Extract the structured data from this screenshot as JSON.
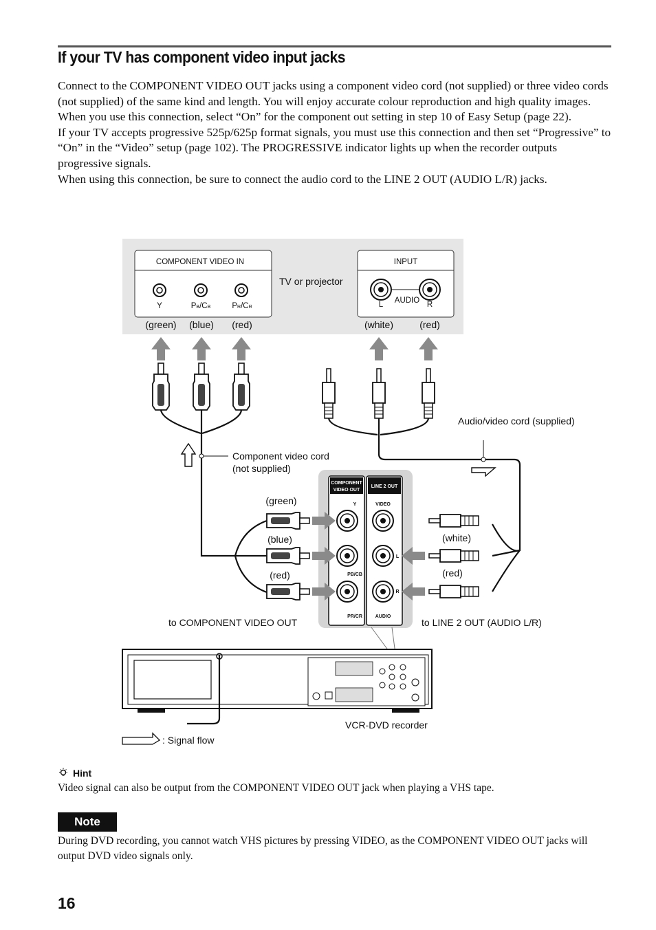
{
  "heading": "If your TV has component video input jacks",
  "intro": [
    "Connect to the COMPONENT VIDEO OUT jacks using a component video cord (not supplied) or three video cords (not supplied) of the same kind and length. You will enjoy accurate colour reproduction and high quality images.",
    "When you use this connection, select “On” for the component out setting in step 10 of Easy Setup (page 22).",
    "If your TV accepts progressive 525p/625p format signals, you must use this connection and then set “Progressive” to “On” in the “Video” setup (page 102). The PROGRESSIVE indicator lights up when the recorder outputs progressive signals.",
    "When using this connection, be sure to connect the audio cord to the LINE 2 OUT (AUDIO L/R) jacks."
  ],
  "diagram": {
    "tv_component_panel": "COMPONENT VIDEO IN",
    "tv_jack_y": "Y",
    "tv_jack_pb_main": "P",
    "tv_jack_pb_sub": "B",
    "tv_jack_pb_sep": "/C",
    "tv_jack_pb_sub2": "B",
    "tv_jack_pr_main": "P",
    "tv_jack_pr_sub": "R",
    "tv_jack_pr_sep": "/C",
    "tv_jack_pr_sub2": "R",
    "tv_color_green": "(green)",
    "tv_color_blue": "(blue)",
    "tv_color_red": "(red)",
    "tv_label": "TV or projector",
    "input_panel": "INPUT",
    "input_audio": "AUDIO",
    "input_l": "L",
    "input_r": "R",
    "input_color_white": "(white)",
    "input_color_red": "(red)",
    "av_cord": "Audio/video cord (supplied)",
    "component_cord_line1": "Component video cord",
    "component_cord_line2": "(not supplied)",
    "rec_color_green": "(green)",
    "rec_color_blue": "(blue)",
    "rec_color_red": "(red)",
    "rec_color_white": "(white)",
    "rec_color_red2": "(red)",
    "panel_component_l1": "COMPONENT",
    "panel_component_l2": "VIDEO OUT",
    "panel_line2": "LINE 2 OUT",
    "panel_y": "Y",
    "panel_video": "VIDEO",
    "panel_pb": "PB/CB",
    "panel_pr": "PR/CR",
    "panel_l": "L",
    "panel_r": "R",
    "panel_audio": "AUDIO",
    "to_component": "to COMPONENT VIDEO OUT",
    "to_line2": "to LINE 2 OUT (AUDIO L/R)",
    "recorder_label": "VCR-DVD recorder",
    "signal_flow": ": Signal flow"
  },
  "hint": {
    "label": "Hint",
    "text": "Video signal can also be output from the COMPONENT VIDEO OUT jack when playing a VHS tape."
  },
  "note": {
    "label": "Note",
    "text": "During DVD recording, you cannot watch VHS pictures by pressing VIDEO, as the COMPONENT VIDEO OUT jacks will output DVD video signals only."
  },
  "page_number": "16"
}
